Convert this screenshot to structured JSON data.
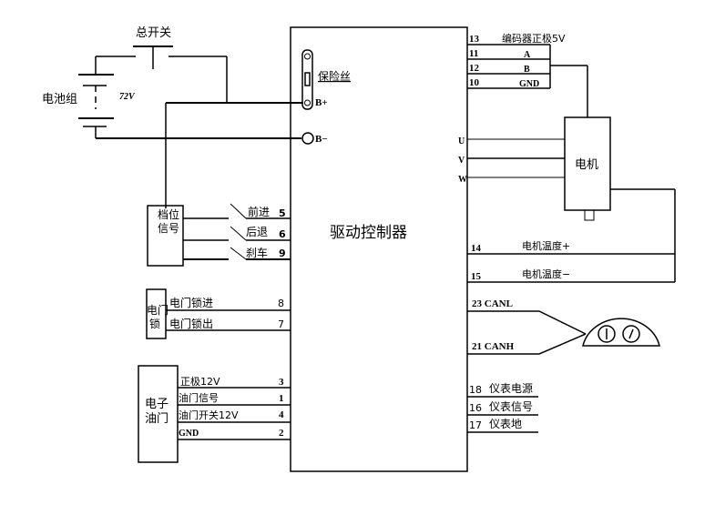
{
  "battery": {
    "label": "电池组",
    "voltage": "72V"
  },
  "main_switch": {
    "label": "总开关"
  },
  "controller": {
    "label": "驱动控制器",
    "fuse_label": "保险丝",
    "b_plus": "B+",
    "b_minus": "B−"
  },
  "encoder": {
    "title_pin": "13",
    "title_label": "编码器正极5V",
    "rows": [
      {
        "pin": "11",
        "label": "A"
      },
      {
        "pin": "12",
        "label": "B"
      },
      {
        "pin": "10",
        "label": "GND"
      }
    ]
  },
  "motor": {
    "label": "电机",
    "phases": [
      "U",
      "V",
      "W"
    ],
    "temp": [
      {
        "pin": "14",
        "label": "电机温度+"
      },
      {
        "pin": "15",
        "label": "电机温度−"
      }
    ]
  },
  "gear": {
    "label_line1": "档位",
    "label_line2": "信号",
    "switches": [
      {
        "label": "前进",
        "pin": "5"
      },
      {
        "label": "后退",
        "pin": "6"
      },
      {
        "label": "刹车",
        "pin": "9"
      }
    ]
  },
  "door_lock": {
    "label_line1": "电门",
    "label_line2": "锁",
    "rows": [
      {
        "label": "电门锁进",
        "pin": "8"
      },
      {
        "label": "电门锁出",
        "pin": "7"
      }
    ]
  },
  "throttle": {
    "label_line1": "电子",
    "label_line2": "油门",
    "rows": [
      {
        "label": "正极12V",
        "pin": "3"
      },
      {
        "label": "油门信号",
        "pin": "1"
      },
      {
        "label": "油门开关12V",
        "pin": "4"
      },
      {
        "label": "GND",
        "pin": "2"
      }
    ]
  },
  "can": {
    "rows": [
      {
        "label": "23 CANL"
      },
      {
        "label": "21  CANH"
      }
    ]
  },
  "meter": {
    "rows": [
      {
        "pin": "18",
        "label": "仪表电源"
      },
      {
        "pin": "16",
        "label": "仪表信号"
      },
      {
        "pin": "17",
        "label": "仪表地"
      }
    ]
  }
}
